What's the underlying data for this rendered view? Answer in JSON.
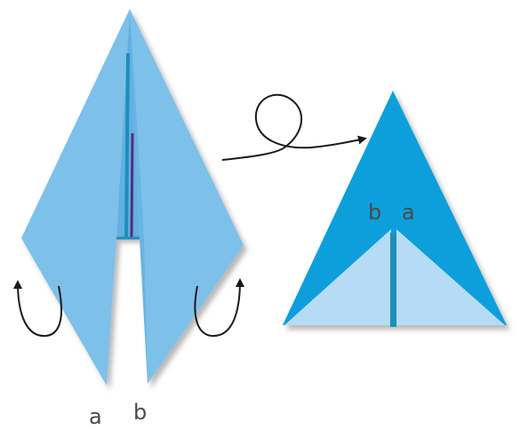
{
  "left_figure": {
    "label_a": "a",
    "label_b": "b"
  },
  "right_figure": {
    "label_b": "b",
    "label_a": "a"
  },
  "colors": {
    "light_blue": "#7dc0ea",
    "mid_blue": "#62b0e2",
    "deep_blue": "#0a9fdc",
    "pale_blue": "#b6dcf5",
    "teal_crease": "#1d8fb8",
    "purple_crease": "#5a2a7a",
    "arrow": "#1a1a1a"
  },
  "icons": {
    "flip_arrow": "loop-arrow-icon",
    "fold_back_left": "curved-arrow-icon",
    "fold_back_right": "curved-arrow-icon"
  }
}
